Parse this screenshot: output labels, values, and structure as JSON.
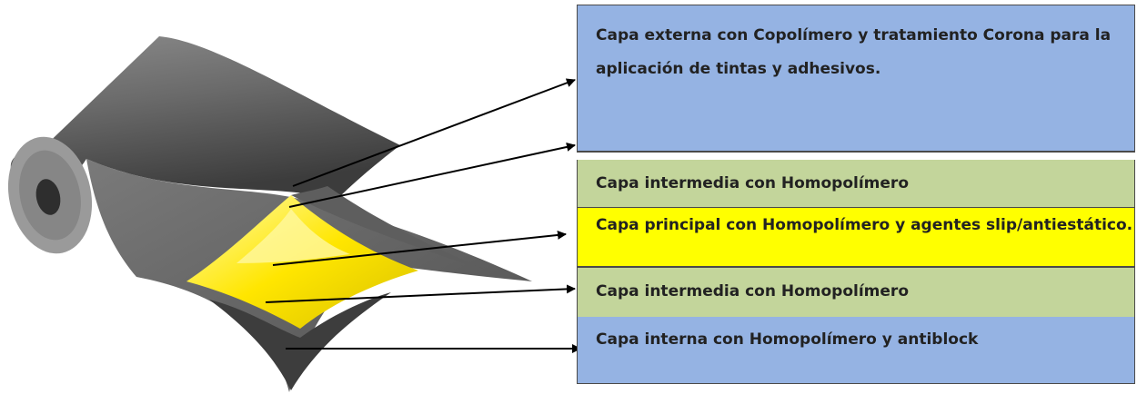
{
  "layers": [
    {
      "id": "capa-externa",
      "text": "Capa externa con Copolímero y tratamiento Corona para la aplicación de tintas y adhesivos.",
      "color": "#95b3e3"
    },
    {
      "id": "capa-intermedia-1",
      "text": "Capa intermedia con Homopolímero",
      "color": "#c3d59b"
    },
    {
      "id": "capa-principal",
      "text": "Capa principal con Homopolímero y agentes slip/antiestático.",
      "color": "#ffff00"
    },
    {
      "id": "capa-intermedia-2",
      "text": "Capa intermedia con Homopolímero",
      "color": "#c3d59b"
    },
    {
      "id": "capa-interna",
      "text": "Capa interna con Homopolímero y antiblock",
      "color": "#95b3e3"
    }
  ],
  "film_colors": {
    "roll": "#6e6e6e",
    "core_layer": "#ffff00",
    "dark_layer": "#4a4a4a"
  }
}
